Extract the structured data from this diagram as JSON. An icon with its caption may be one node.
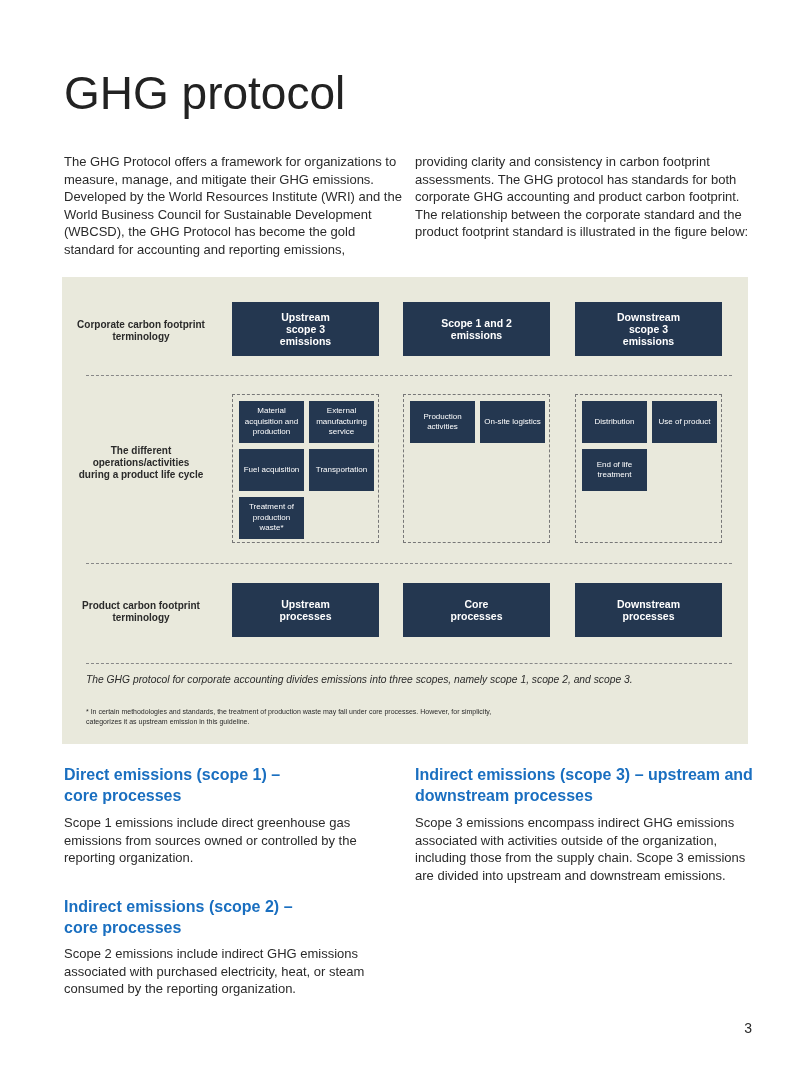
{
  "diagram": {
    "nodes": [
      {
        "text": [
          "Upstream scope 3 emissions"
        ]
      },
      {
        "text": [
          "Scope 1 and 2 emissions"
        ]
      },
      {
        "text": [
          "Downstream scope 3 emissions"
        ]
      },
      {
        "text": [],
        "shape": "box"
      },
      {
        "text": [
          "Material acquisition and production"
        ],
        "in": 3
      },
      {
        "text": [
          "External manufacturing service"
        ],
        "in": 3
      },
      {
        "text": [
          "Fuel acquisition"
        ],
        "in": 3
      },
      {
        "text": [
          "Transportation"
        ],
        "in": 3
      },
      {
        "text": [
          "Treatment of production waste*"
        ],
        "in": 3
      },
      {
        "text": [],
        "shape": "box"
      },
      {
        "text": [
          "Production activities"
        ],
        "in": 9
      },
      {
        "text": [
          "On-site logistics"
        ],
        "in": 9
      },
      {
        "text": [],
        "shape": "box"
      },
      {
        "text": [
          "Distribution"
        ],
        "in": 12
      },
      {
        "text": [
          "Use of product"
        ],
        "in": 12
      },
      {
        "text": [
          "End of life treatment"
        ],
        "in": 12
      },
      {
        "text": [
          "Upstream processes"
        ]
      },
      {
        "text": [
          "Core processes"
        ]
      },
      {
        "text": [
          "Downstream processes"
        ]
      }
    ],
    "edges": [],
    "labels": [
      "GHG protocol",
      "The GHG Protocol offers a framework for organizations to measure, manage, and mitigate their GHG emissions. Developed by the World Resources Institute (WRI) and the World Business Council for Sustainable Development (WBCSD), the GHG Protocol has become the gold standard for accounting and reporting emissions,",
      "providing clarity and consistency in carbon footprint assessments. The GHG protocol has standards for both corporate GHG accounting and product carbon footprint. The relationship between the corporate standard and the product footprint standard is illustrated in the figure below:",
      "Corporate carbon footprint terminology",
      "The different operations/activities during a product life cycle",
      "Product carbon footprint terminology",
      "The GHG protocol for corporate accounting divides emissions into three scopes, namely scope 1, scope 2, and scope 3.",
      "* In certain methodologies and standards, the treatment of production waste may fall under core processes. However, for simplicity, categorizes it as upstream emission in this guideline.",
      "Direct emissions (scope 1) – core processes",
      "Scope 1 emissions include direct greenhouse gas emissions from sources owned or controlled by the reporting organization.",
      "Indirect emissions (scope 3) – upstream and downstream processes",
      "Scope 3 emissions encompass indirect GHG emissions associated with activities outside of the organization, including those from the supply chain. Scope 3 emissions are divided into upstream and downstream emissions.",
      "Indirect emissions (scope 2) – core processes",
      "Scope 2 emissions include indirect GHG emissions associated with purchased electricity, heat, or steam consumed by the reporting organization.",
      "3"
    ]
  }
}
